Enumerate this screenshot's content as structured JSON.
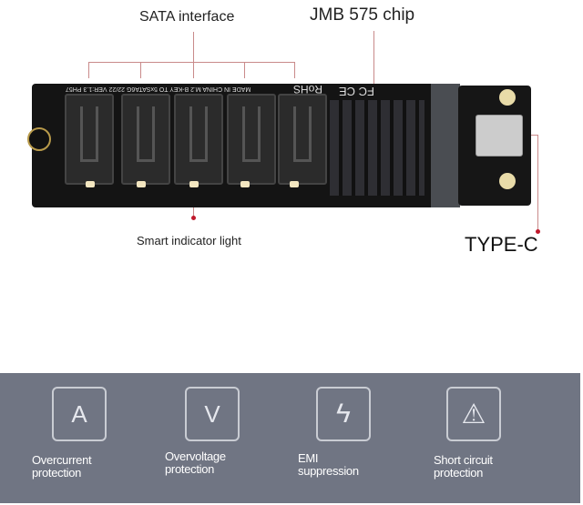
{
  "labels": {
    "sata": "SATA interface",
    "chip": "JMB 575 chip",
    "led": "Smart indicator light",
    "typec": "TYPE-C"
  },
  "board": {
    "silk_left": "MADE IN CHINA   M.2 B-KEY TO 5xSATA6G   22/22   VER:1.3   PH57",
    "rohs": "RoHS",
    "marks": "FC CE"
  },
  "accent": "#c0182b",
  "features": [
    {
      "icon": "ammeter-icon",
      "glyph": "A",
      "line1": "Overcurrent",
      "line2": "protection"
    },
    {
      "icon": "voltmeter-icon",
      "glyph": "V",
      "line1": "Overvoltage",
      "line2": "protection"
    },
    {
      "icon": "lightning-icon",
      "glyph": "ϟ",
      "line1": "EMI",
      "line2": "suppression"
    },
    {
      "icon": "warning-icon",
      "glyph": "⚠",
      "line1": "Short circuit",
      "line2": "protection"
    }
  ]
}
